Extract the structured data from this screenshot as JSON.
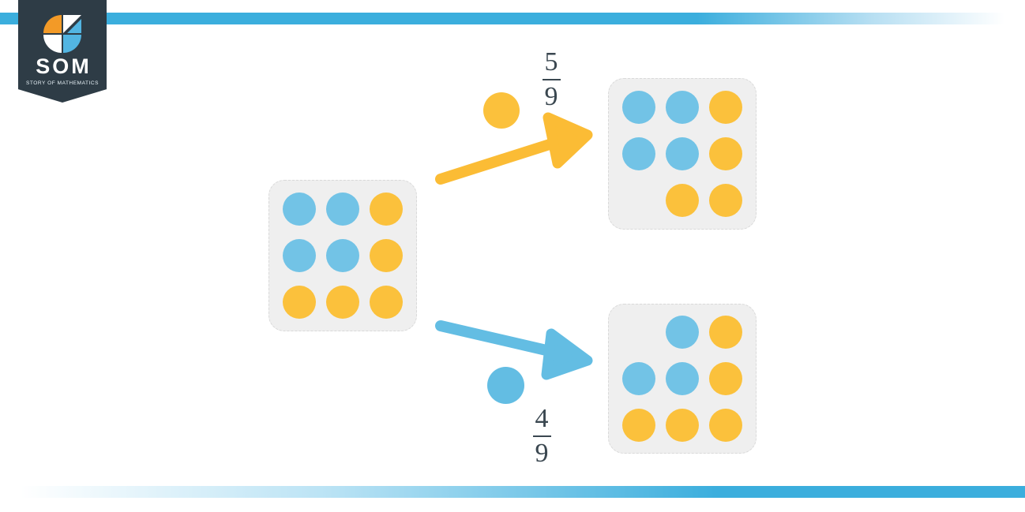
{
  "brand": {
    "name": "SOM",
    "tagline": "STORY OF MATHEMATICS"
  },
  "colors": {
    "bar_blue": "#3BAEDD",
    "counter_blue": "#72C3E6",
    "counter_yellow": "#FBC13C",
    "arrow_yellow": "#FBBC35",
    "arrow_blue": "#63BDE3",
    "card_bg": "#EFEFEF",
    "card_border": "#D9D9D9",
    "badge_bg": "#2E3C46",
    "fraction_text": "#3A4750",
    "logo_orange": "#F39A27",
    "logo_blue": "#52B5E2"
  },
  "figure": {
    "grids": {
      "start": {
        "rows": [
          [
            "blue",
            "blue",
            "yellow"
          ],
          [
            "blue",
            "blue",
            "yellow"
          ],
          [
            "yellow",
            "yellow",
            "yellow"
          ]
        ]
      },
      "after_yellow_pick": {
        "rows": [
          [
            "blue",
            "blue",
            "yellow"
          ],
          [
            "blue",
            "blue",
            "yellow"
          ],
          [
            "empty",
            "yellow",
            "yellow"
          ]
        ]
      },
      "after_blue_pick": {
        "rows": [
          [
            "empty",
            "blue",
            "yellow"
          ],
          [
            "blue",
            "blue",
            "yellow"
          ],
          [
            "yellow",
            "yellow",
            "yellow"
          ]
        ]
      }
    },
    "yellow_pick": {
      "token": "yellow",
      "fraction": {
        "numerator": "5",
        "denominator": "9"
      }
    },
    "blue_pick": {
      "token": "blue",
      "fraction": {
        "numerator": "4",
        "denominator": "9"
      }
    }
  }
}
